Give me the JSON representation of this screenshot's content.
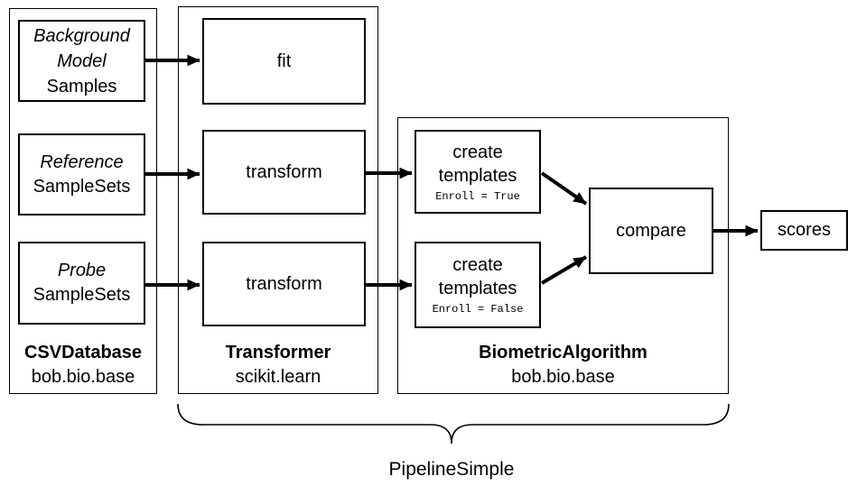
{
  "diagram": {
    "title": "PipelineSimple",
    "database": {
      "name": "CSVDatabase",
      "package": "bob.bio.base",
      "boxes": [
        {
          "italic": "Background Model",
          "regular": "Samples"
        },
        {
          "italic": "Reference",
          "regular": "SampleSets"
        },
        {
          "italic": "Probe",
          "regular": "SampleSets"
        }
      ]
    },
    "transformer": {
      "name": "Transformer",
      "package": "scikit.learn",
      "boxes": [
        "fit",
        "transform",
        "transform"
      ]
    },
    "algorithm": {
      "name": "BiometricAlgorithm",
      "package": "bob.bio.base",
      "create_top": {
        "label": "create templates",
        "param": "Enroll = True"
      },
      "create_bottom": {
        "label": "create templates",
        "param": "Enroll = False"
      },
      "compare_label": "compare"
    },
    "scores_label": "scores"
  },
  "colors": {
    "line": "#000000",
    "background": "#ffffff"
  }
}
